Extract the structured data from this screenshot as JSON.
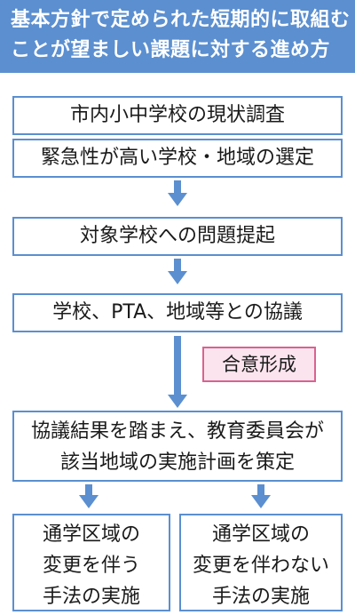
{
  "header": {
    "line1": "基本方針で定められた短期的に取組む",
    "line2": "ことが望ましい課題に対する進め方"
  },
  "steps": {
    "step1": "市内小中学校の現状調査",
    "step2": "緊急性が高い学校・地域の選定",
    "step3": "対象学校への問題提起",
    "step4": "学校、PTA、地域等との協議",
    "consensus": "合意形成",
    "step5_line1": "協議結果を踏まえ、教育委員会が",
    "step5_line2": "該当地域の実施計画を策定"
  },
  "options": {
    "left_line1": "通学区域の",
    "left_line2": "変更を伴う",
    "left_line3": "手法の実施",
    "right_line1": "通学区域の",
    "right_line2": "変更を伴わない",
    "right_line3": "手法の実施"
  },
  "colors": {
    "accent_blue": "#5b8fd0",
    "consensus_border": "#d9638f",
    "consensus_fill": "#fbe4ee"
  }
}
